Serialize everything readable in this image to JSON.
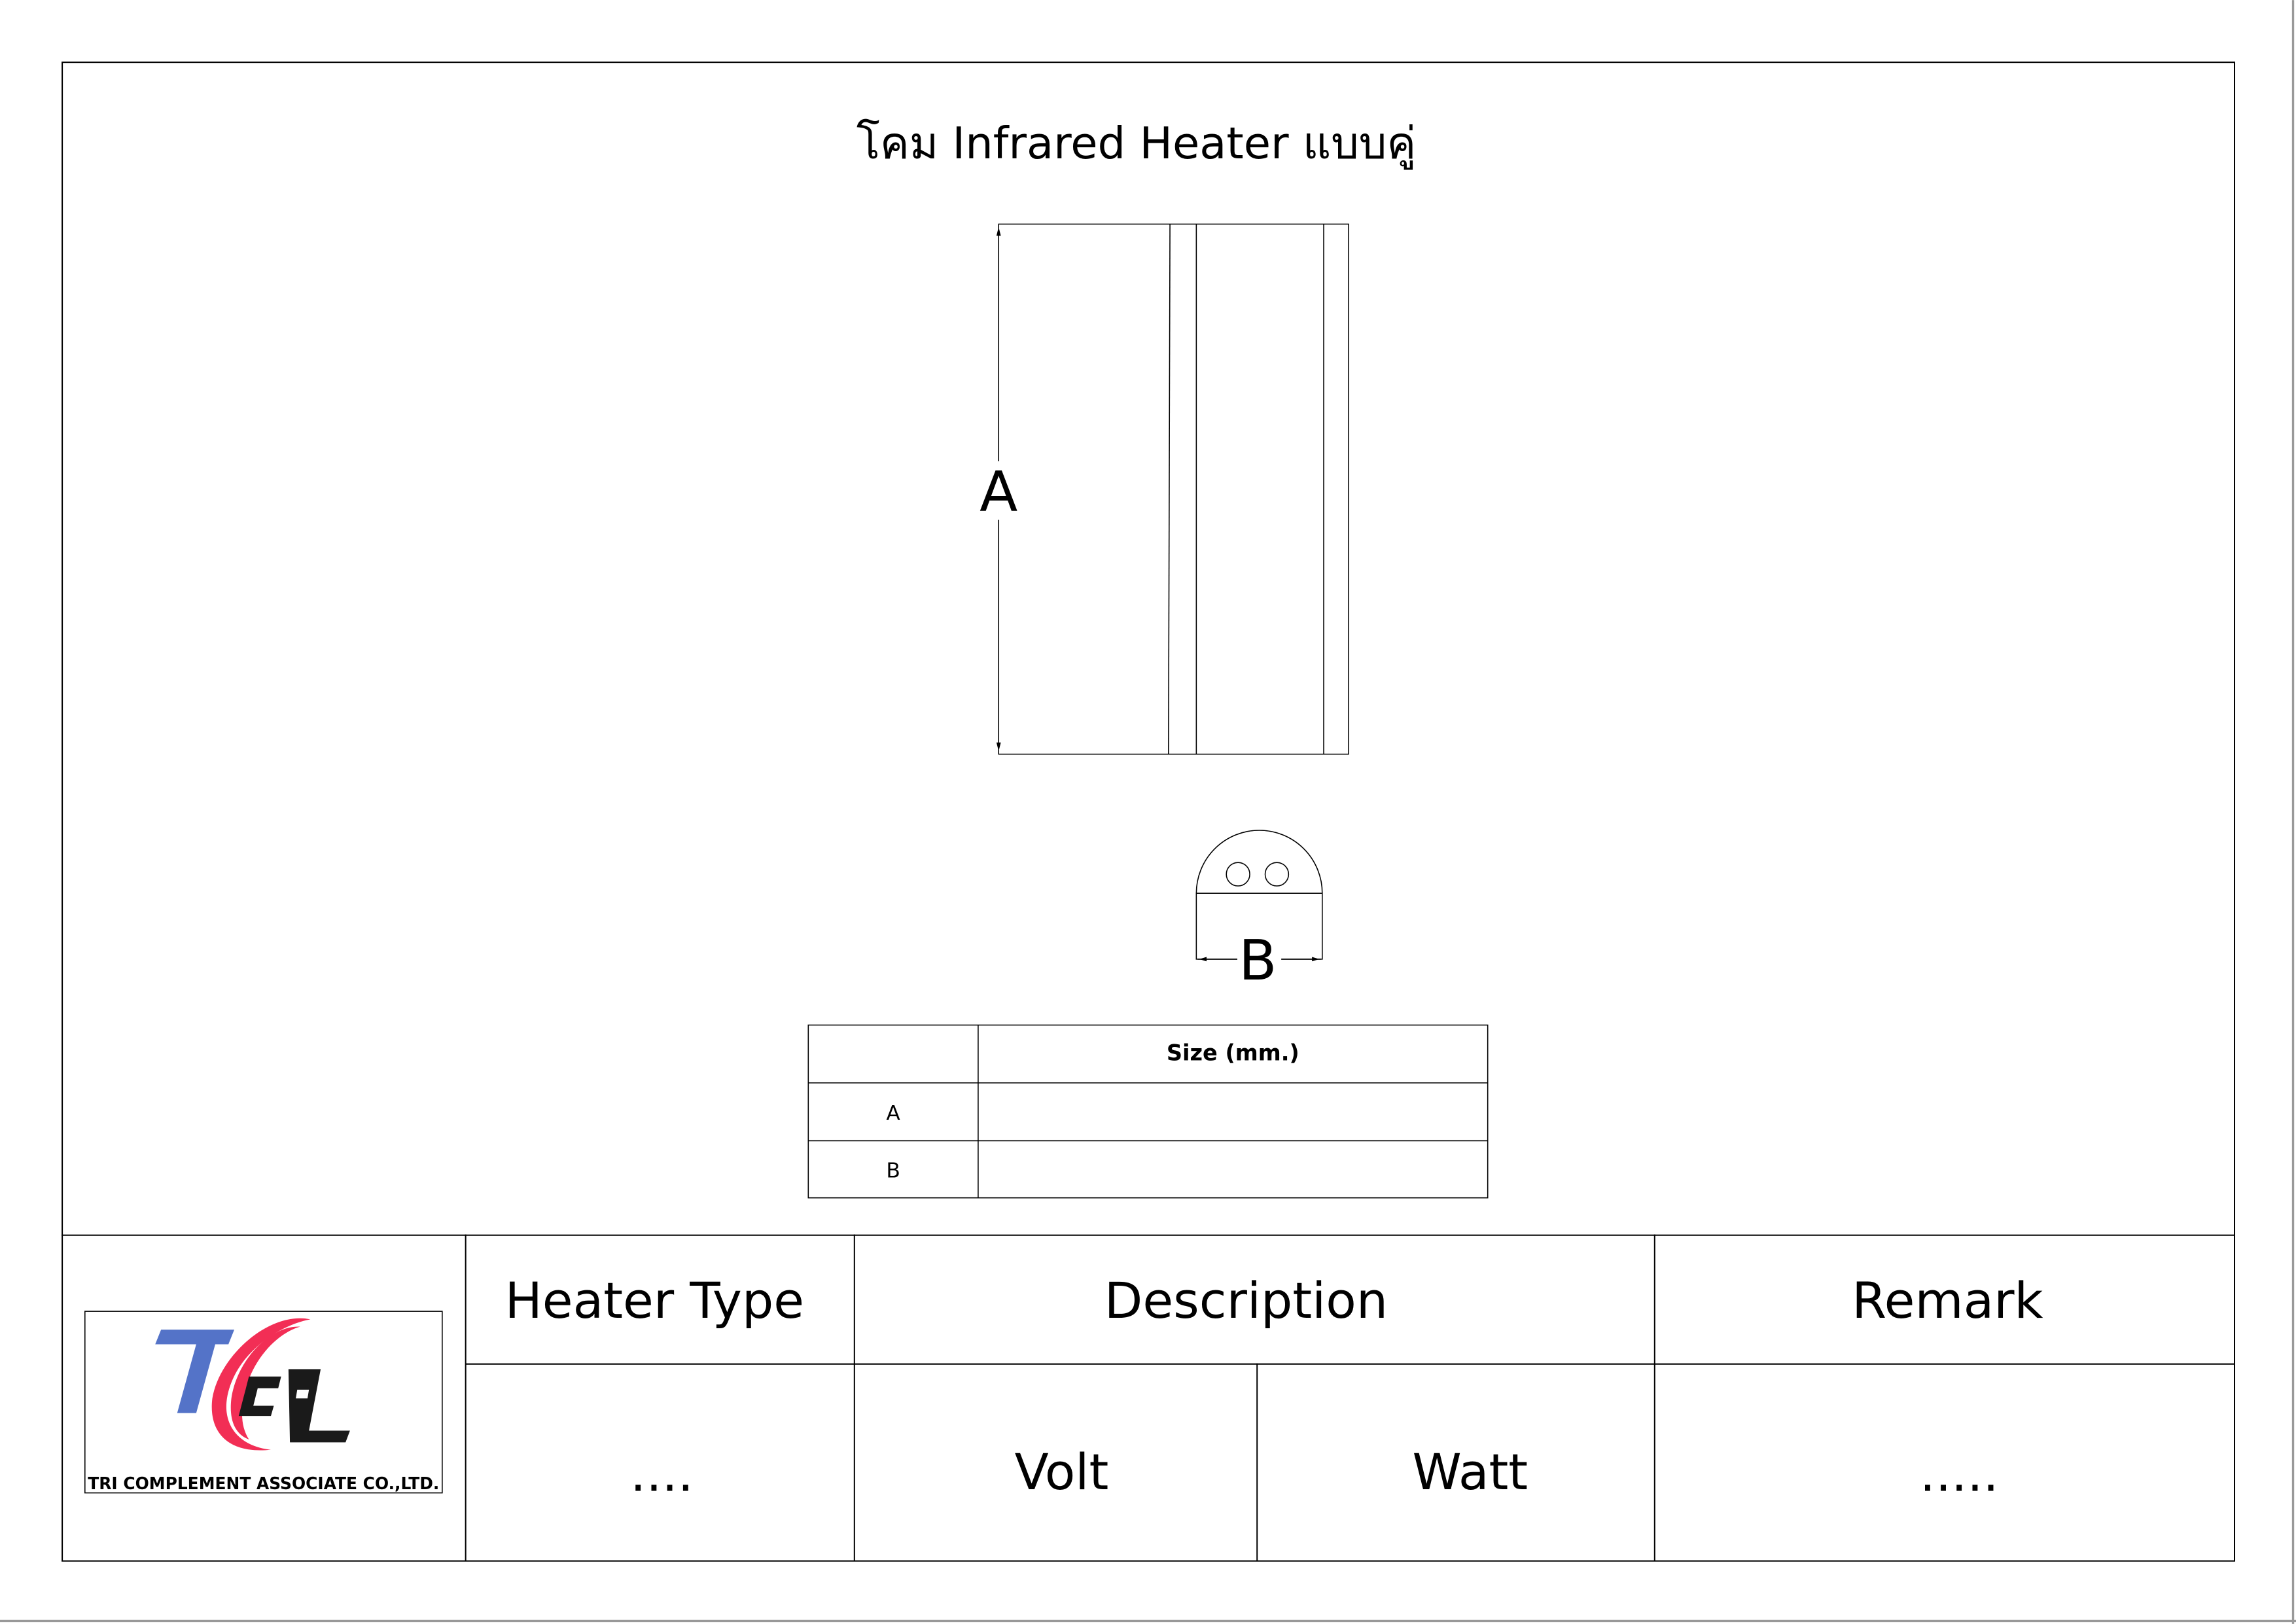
{
  "title": "โคม Infrared Heater แบบคู่",
  "drawing": {
    "dim_a_label": "A",
    "dim_b_label": "B"
  },
  "size_table": {
    "header": [
      "",
      "Size (mm.)"
    ],
    "rows": [
      {
        "label": "A",
        "value": ""
      },
      {
        "label": "B",
        "value": ""
      }
    ]
  },
  "title_block": {
    "logo_text": "TCAL",
    "company": "TRI COMPLEMENT ASSOCIATE CO.,LTD.",
    "heater_type_label": "Heater Type",
    "description_label": "Description",
    "remark_label": "Remark",
    "heater_type_value": "....",
    "volt_label": "Volt",
    "watt_label": "Watt",
    "remark_value": ".....",
    "colors": {
      "logo_blue": "#5473c8",
      "logo_red": "#f22e55",
      "logo_black": "#1a1a1a"
    }
  }
}
